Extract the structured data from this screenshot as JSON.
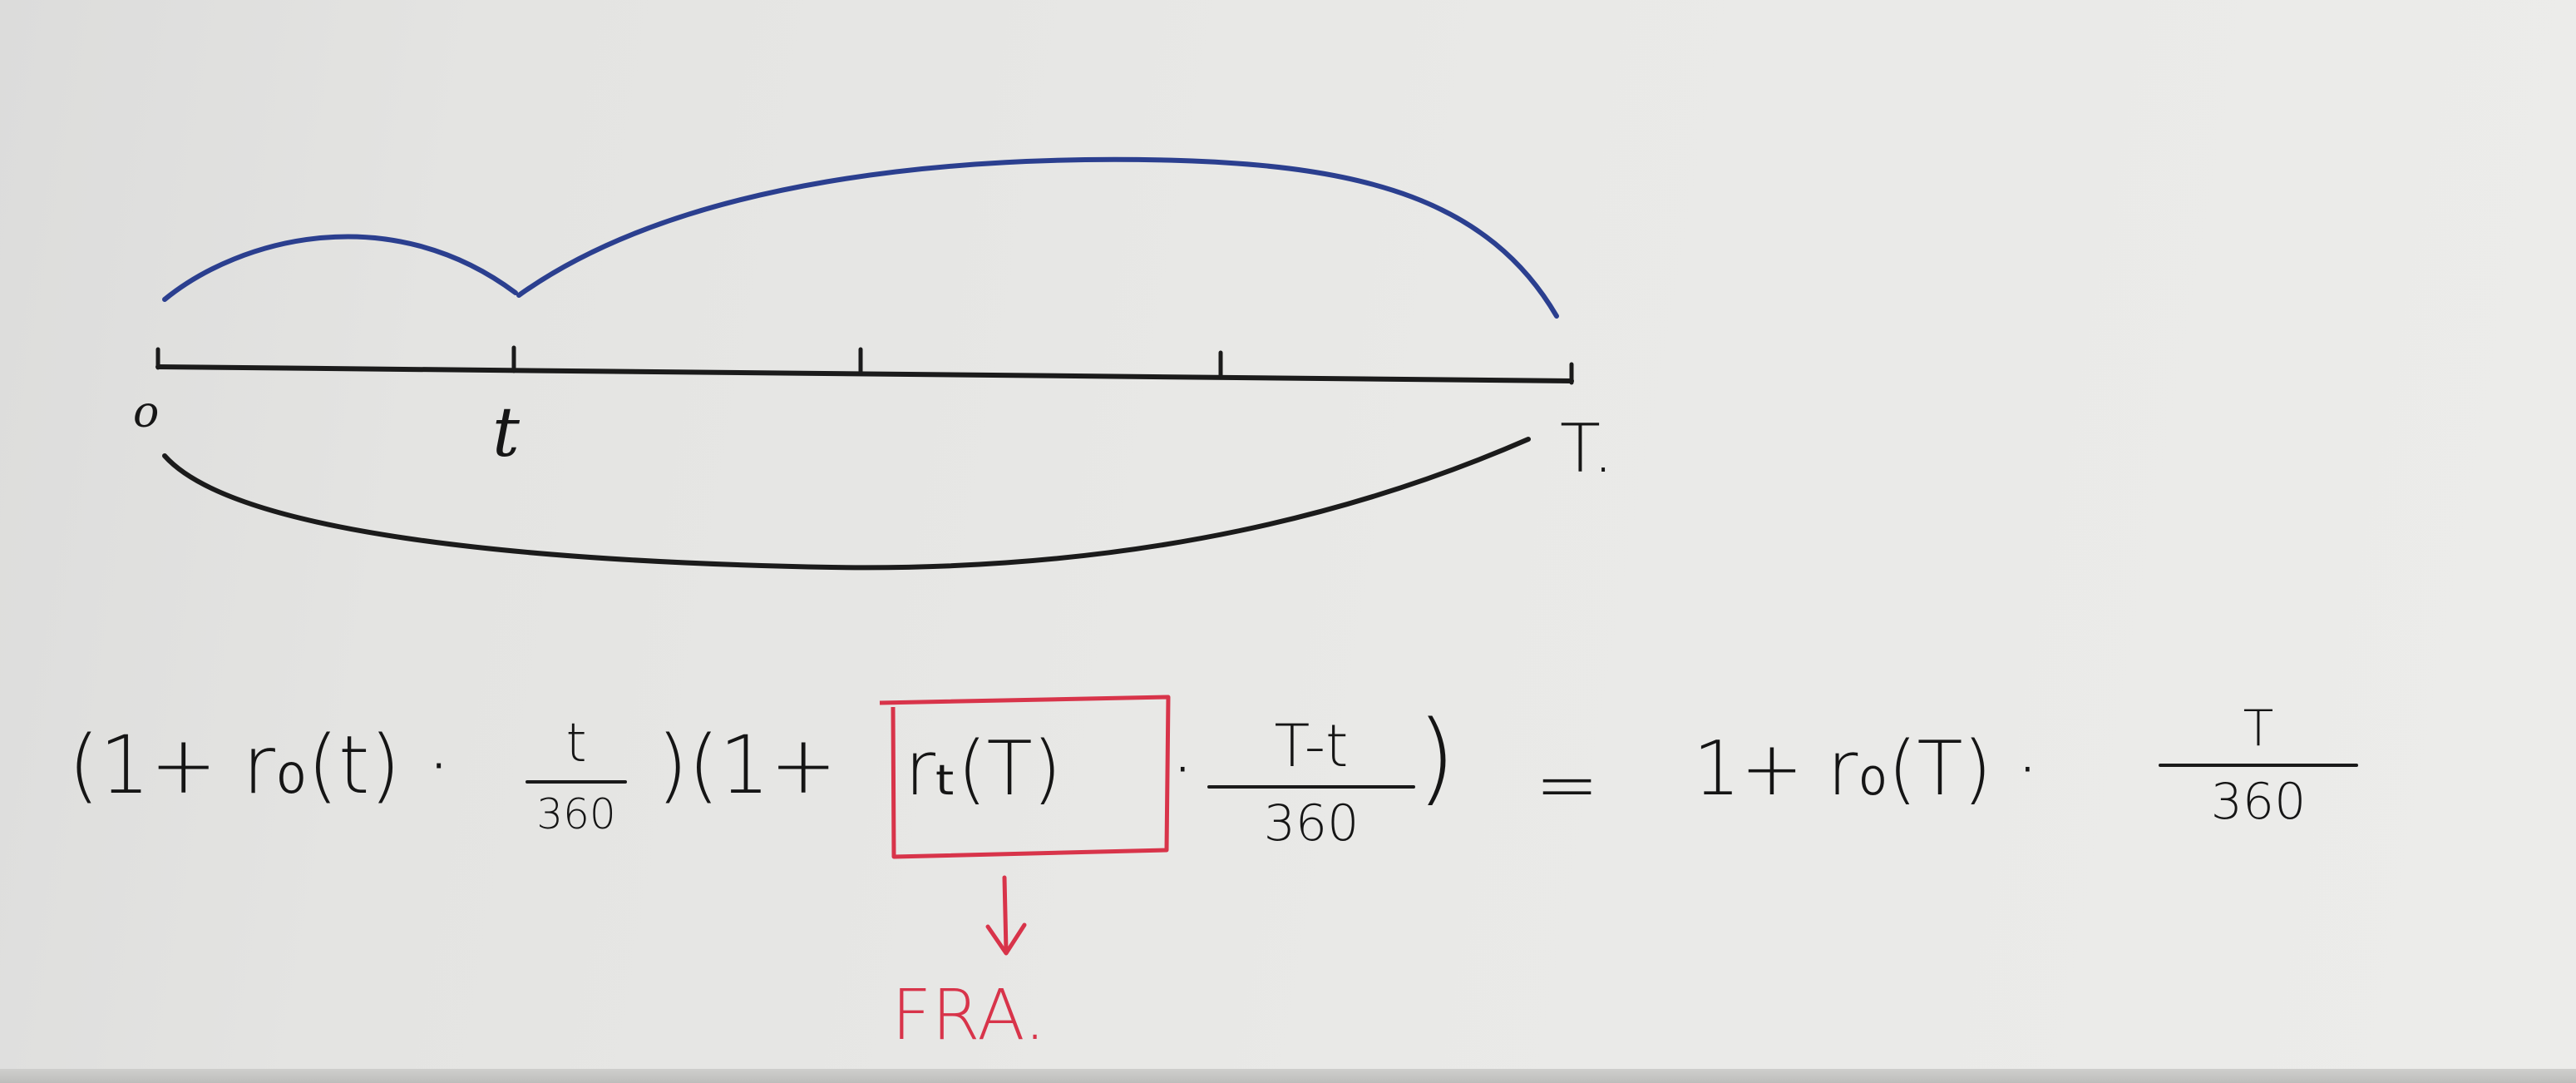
{
  "timeline": {
    "start_label": "o",
    "mid_label": "t",
    "end_label": "T."
  },
  "equation": {
    "lhs_open_1": "(1+ r₀(t) ·",
    "frac1_num": "t",
    "frac1_den": "360",
    "lhs_close_open": ")(1+",
    "boxed_term": "rₜ(T)",
    "dot": "·",
    "frac2_num": "T-t",
    "frac2_den": "360",
    "lhs_close": ")",
    "equals": "=",
    "rhs": "1+  r₀(T) ·",
    "frac3_num": "T",
    "frac3_den": "360"
  },
  "annotation": {
    "label": "FRA.",
    "color": "#d8344a"
  },
  "colors": {
    "ink": "#161616",
    "blue_arc": "#2b3f8f",
    "red_box": "#d8344a",
    "paper": "#e8e8e6"
  }
}
